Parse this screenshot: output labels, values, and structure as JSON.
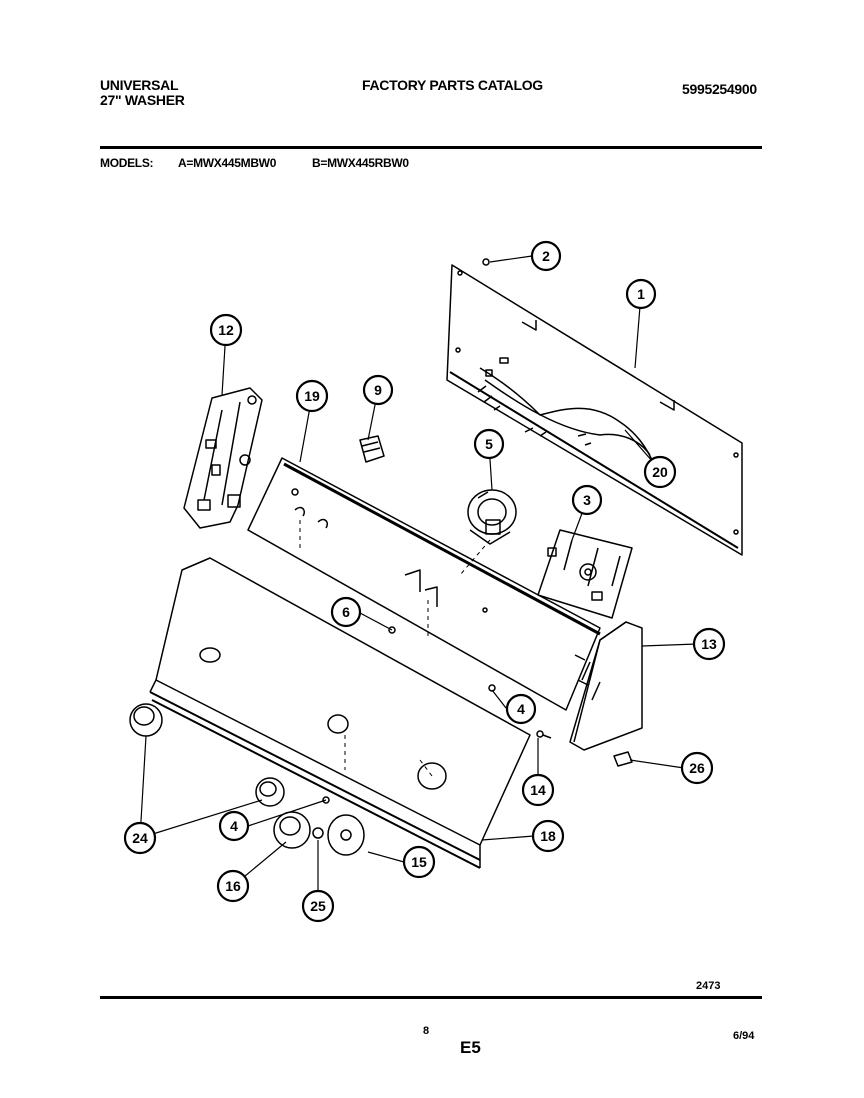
{
  "header": {
    "brand": "UNIVERSAL",
    "product": "27\" WASHER",
    "catalog_title": "FACTORY PARTS CATALOG",
    "catalog_number": "5995254900"
  },
  "models": {
    "label": "MODELS:",
    "model_a": "A=MWX445MBW0",
    "model_b": "B=MWX445RBW0"
  },
  "callouts": [
    {
      "id": "c1",
      "label": "1"
    },
    {
      "id": "c2",
      "label": "2"
    },
    {
      "id": "c3",
      "label": "3"
    },
    {
      "id": "c4a",
      "label": "4"
    },
    {
      "id": "c4b",
      "label": "4"
    },
    {
      "id": "c5",
      "label": "5"
    },
    {
      "id": "c6",
      "label": "6"
    },
    {
      "id": "c9",
      "label": "9"
    },
    {
      "id": "c12",
      "label": "12"
    },
    {
      "id": "c13",
      "label": "13"
    },
    {
      "id": "c14",
      "label": "14"
    },
    {
      "id": "c15",
      "label": "15"
    },
    {
      "id": "c16",
      "label": "16"
    },
    {
      "id": "c18",
      "label": "18"
    },
    {
      "id": "c19",
      "label": "19"
    },
    {
      "id": "c20",
      "label": "20"
    },
    {
      "id": "c24",
      "label": "24"
    },
    {
      "id": "c25",
      "label": "25"
    },
    {
      "id": "c26",
      "label": "26"
    }
  ],
  "footer": {
    "drawing_number": "2473",
    "page_number": "8",
    "section_code": "E5",
    "date": "6/94"
  }
}
